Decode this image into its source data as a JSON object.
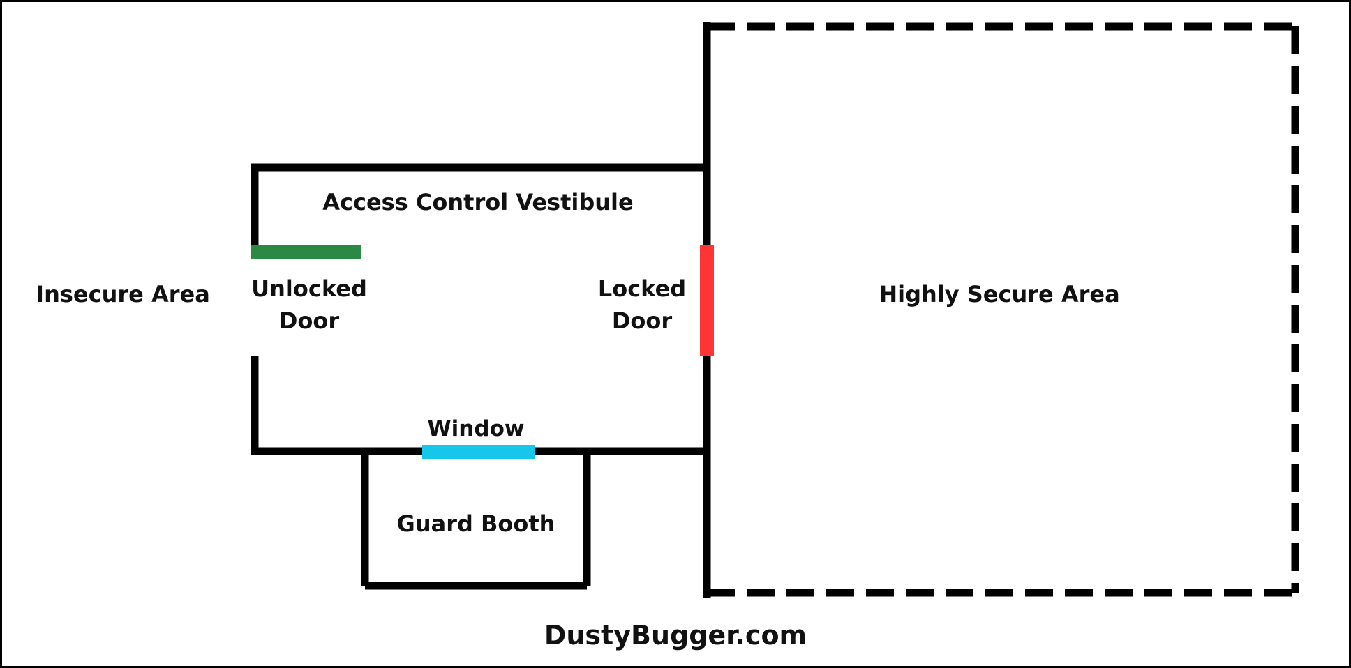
{
  "diagram": {
    "labels": {
      "insecure_area": "Insecure Area",
      "vestibule": "Access Control Vestibule",
      "unlocked_door_line1": "Unlocked",
      "unlocked_door_line2": "Door",
      "locked_door_line1": "Locked",
      "locked_door_line2": "Door",
      "highly_secure_area": "Highly Secure Area",
      "window": "Window",
      "guard_booth": "Guard Booth",
      "watermark": "DustyBugger.com"
    },
    "colors": {
      "wall": "#000000",
      "unlocked_door": "#2a8a45",
      "locked_door": "#ff3535",
      "window": "#17c7ea",
      "text": "#111111",
      "background": "#ffffff"
    }
  }
}
